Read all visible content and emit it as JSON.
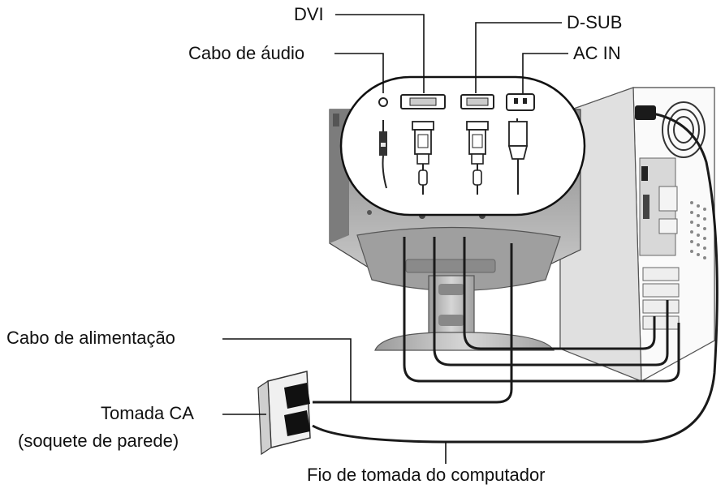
{
  "labels": {
    "dvi": "DVI",
    "dsub": "D-SUB",
    "audio_cable": "Cabo de áudio",
    "ac_in": "AC IN",
    "power_cable": "Cabo de alimentação",
    "ac_outlet": "Tomada CA",
    "wall_socket": "(soquete de parede)",
    "computer_plug_wire": "Fio de tomada do computador"
  },
  "colors": {
    "monitor_back": "#9a9a9a",
    "stand": "#b8b8b8",
    "tower": "#f2f2f2",
    "outline": "#1a1a1a",
    "cable": "#222222"
  }
}
